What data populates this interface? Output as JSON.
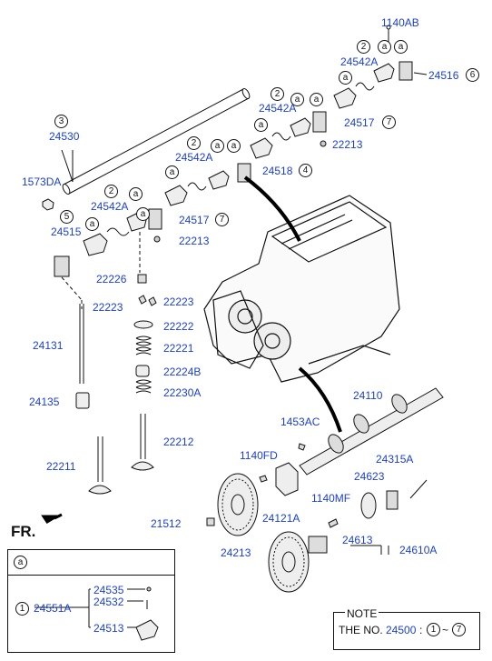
{
  "labels": {
    "p1140AB": "1140AB",
    "p24516": "24516",
    "p24542A_1": "24542A",
    "p24542A_2": "24542A",
    "p24542A_3": "24542A",
    "p24542A_4": "24542A",
    "p24517_1": "24517",
    "p24517_2": "24517",
    "p22213_1": "22213",
    "p22213_2": "22213",
    "p24518": "24518",
    "p24530": "24530",
    "p1573DA": "1573DA",
    "p24515": "24515",
    "p22226": "22226",
    "p22223_1": "22223",
    "p22223_2": "22223",
    "p22222": "22222",
    "p22221": "22221",
    "p22224B": "22224B",
    "p22230A": "22230A",
    "p24131": "24131",
    "p24135": "24135",
    "p22212": "22212",
    "p22211": "22211",
    "p24110": "24110",
    "p1453AC": "1453AC",
    "p1140FD": "1140FD",
    "p24315A": "24315A",
    "p24623": "24623",
    "p1140MF": "1140MF",
    "p24121A": "24121A",
    "p21512": "21512",
    "p24213": "24213",
    "p24613": "24613",
    "p24610A": "24610A"
  },
  "markers": {
    "a": "a",
    "n2": "2",
    "n3": "3",
    "n4": "4",
    "n5": "5",
    "n6": "6",
    "n7": "7",
    "n1": "1"
  },
  "front_label": "FR.",
  "legend": {
    "header": "a",
    "assembly": "24551A",
    "p24535": "24535",
    "p24532": "24532",
    "p24513": "24513"
  },
  "note": {
    "title": "NOTE",
    "text": "THE NO.",
    "number": "24500",
    "range_sep": "~"
  }
}
